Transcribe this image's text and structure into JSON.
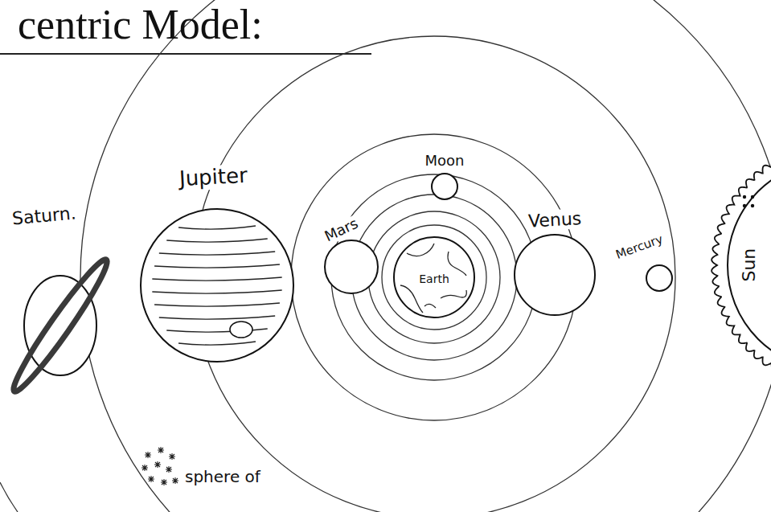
{
  "diagram": {
    "title": "centric Model:",
    "nodes": [
      {
        "text": [
          "Saturn."
        ]
      },
      {
        "text": [
          "Jupiter"
        ]
      },
      {
        "text": [
          "Mars"
        ]
      },
      {
        "text": [
          "Moon"
        ]
      },
      {
        "text": [
          "Earth"
        ]
      },
      {
        "text": [
          "Venus"
        ]
      },
      {
        "text": [
          "Mercury"
        ]
      },
      {
        "text": [
          "Sun"
        ]
      }
    ],
    "labels": [
      "sphere of"
    ]
  }
}
